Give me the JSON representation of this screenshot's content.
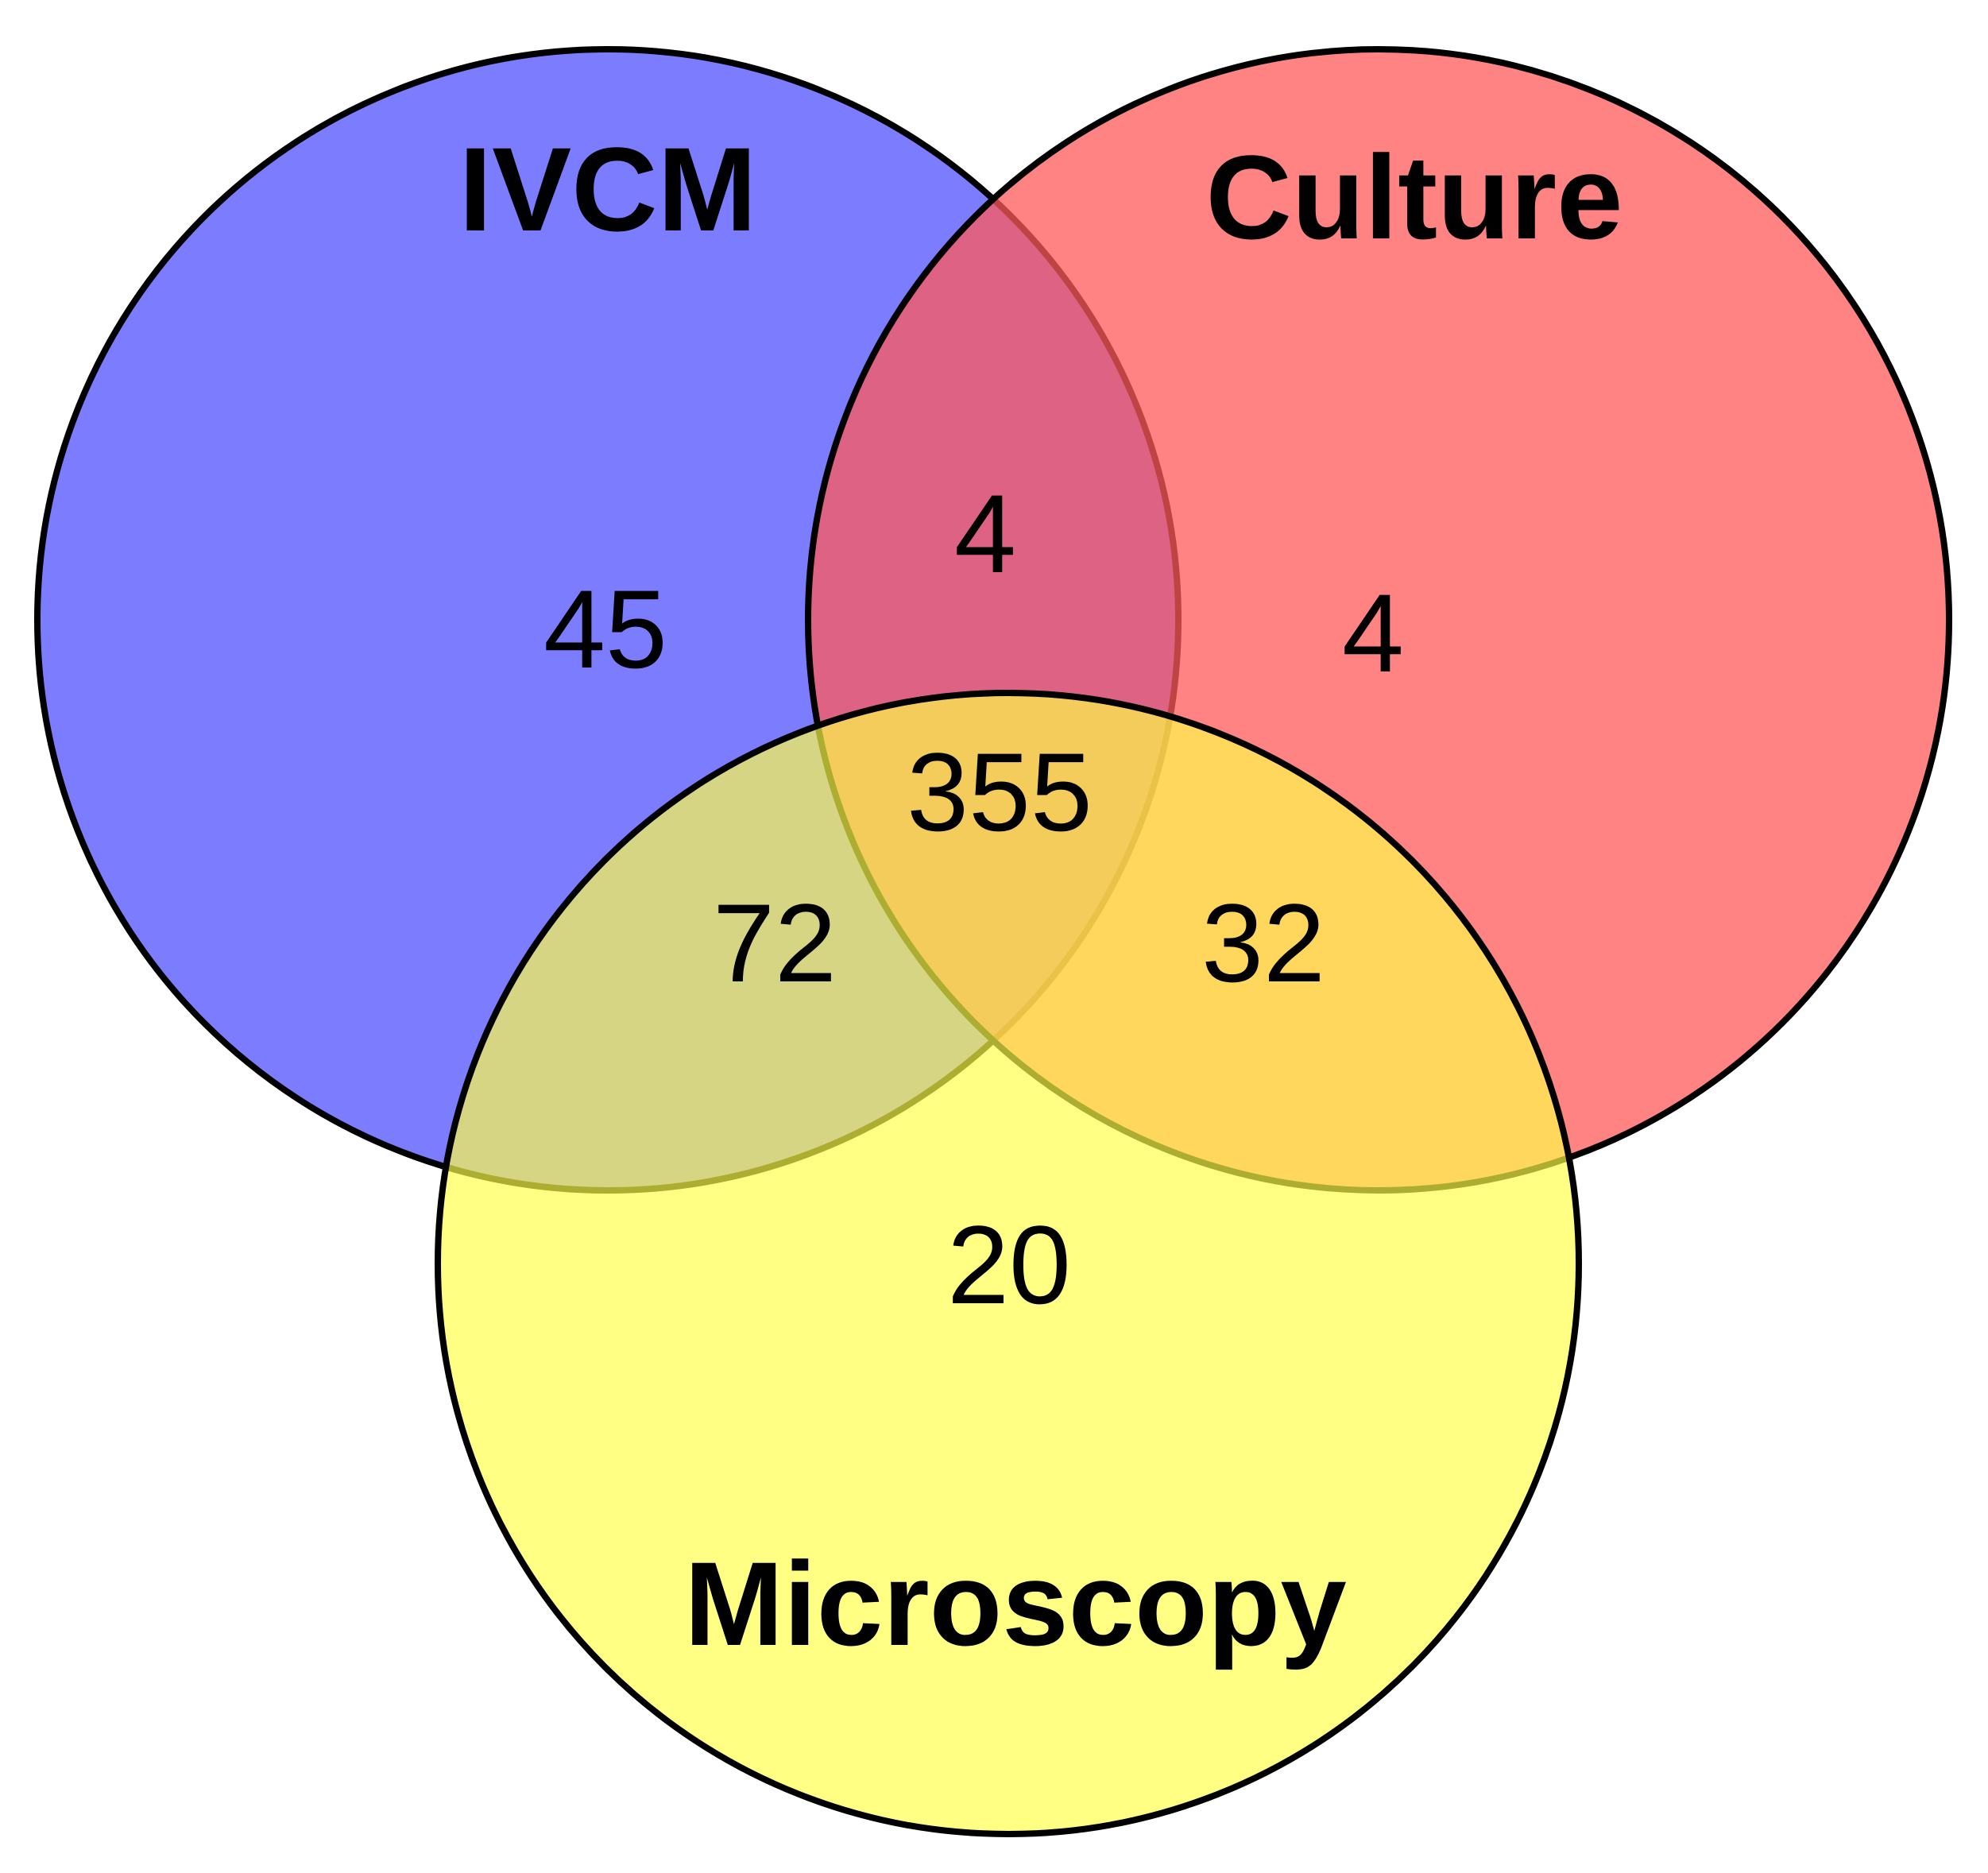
{
  "sets": {
    "ivcm": {
      "label": "IVCM",
      "color": "#7c7cff"
    },
    "culture": {
      "label": "Culture",
      "color": "#ff8080"
    },
    "microscopy": {
      "label": "Microscopy",
      "color": "#ffff80"
    }
  },
  "regions": {
    "ivcm_only": "45",
    "culture_only": "4",
    "microscopy_only": "20",
    "ivcm_culture": "4",
    "ivcm_microscopy": "72",
    "culture_microscopy": "32",
    "all_three": "355"
  }
}
